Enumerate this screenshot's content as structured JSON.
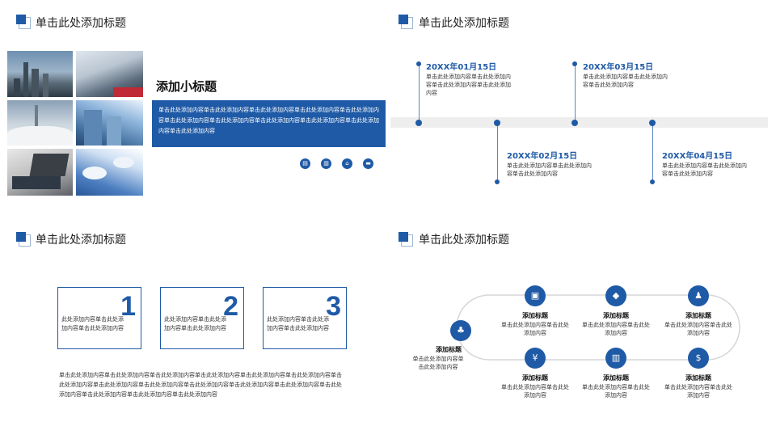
{
  "colors": {
    "accent": "#1f5aa6",
    "light_accent": "#9bb6d8",
    "timeline_bar": "#eeeeee"
  },
  "sections": {
    "q1": {
      "title": "单击此处添加标题"
    },
    "q2": {
      "title": "单击此处添加标题"
    },
    "q3": {
      "title": "单击此处添加标题"
    },
    "q4": {
      "title": "单击此处添加标题"
    }
  },
  "q1": {
    "subtitle": "添加小标题",
    "body": "单击此处添加内容单击此处添加内容单击此处添加内容单击此处添加内容单击此处添加内容单击此处添加内容单击此处添加内容单击此处添加内容单击此处添加内容单击此处添加内容单击此处添加内容",
    "icons": [
      "report-icon",
      "chart-icon",
      "home-icon",
      "wallet-icon"
    ]
  },
  "timeline": {
    "events": [
      {
        "date": "20XX年01月15日",
        "text": "单击此处添加内容单击此处添加内容单击此处添加内容单击此处添加内容"
      },
      {
        "date": "20XX年02月15日",
        "text": "单击此处添加内容单击此处添加内容单击此处添加内容"
      },
      {
        "date": "20XX年03月15日",
        "text": "单击此处添加内容单击此处添加内容单击此处添加内容"
      },
      {
        "date": "20XX年04月15日",
        "text": "单击此处添加内容单击此处添加内容单击此处添加内容"
      }
    ]
  },
  "q3": {
    "boxes": [
      {
        "num": "1",
        "text": "此处添加内容单击此处添加内容单击此处添加内容"
      },
      {
        "num": "2",
        "text": "此处添加内容单击此处添加内容单击此处添加内容"
      },
      {
        "num": "3",
        "text": "此处添加内容单击此处添加内容单击此处添加内容"
      }
    ],
    "paragraph": "单击此处添加内容单击此处添加内容单击此处添加内容单击此处添加内容单击此处添加内容单击此处添加内容单击此处添加内容单击此处添加内容单击此处添加内容单击此处添加内容单击此处添加内容单击此处添加内容单击此处添加内容单击此处添加内容单击此处添加内容单击此处添加内容"
  },
  "q4": {
    "start": {
      "title": "添加标题",
      "text": "单击此处添加内容单击此处添加内容",
      "icon": "team-icon"
    },
    "nodes": [
      {
        "title": "添加标题",
        "text": "单击此处添加内容单击此处添加内容",
        "icon": "id-card-icon"
      },
      {
        "title": "添加标题",
        "text": "单击此处添加内容单击此处添加内容",
        "icon": "diamond-icon"
      },
      {
        "title": "添加标题",
        "text": "单击此处添加内容单击此处添加内容",
        "icon": "person-icon"
      },
      {
        "title": "添加标题",
        "text": "单击此处添加内容单击此处添加内容",
        "icon": "money-icon"
      },
      {
        "title": "添加标题",
        "text": "单击此处添加内容单击此处添加内容",
        "icon": "bar-chart-icon"
      },
      {
        "title": "添加标题",
        "text": "单击此处添加内容单击此处添加内容",
        "icon": "hand-coin-icon"
      }
    ]
  }
}
